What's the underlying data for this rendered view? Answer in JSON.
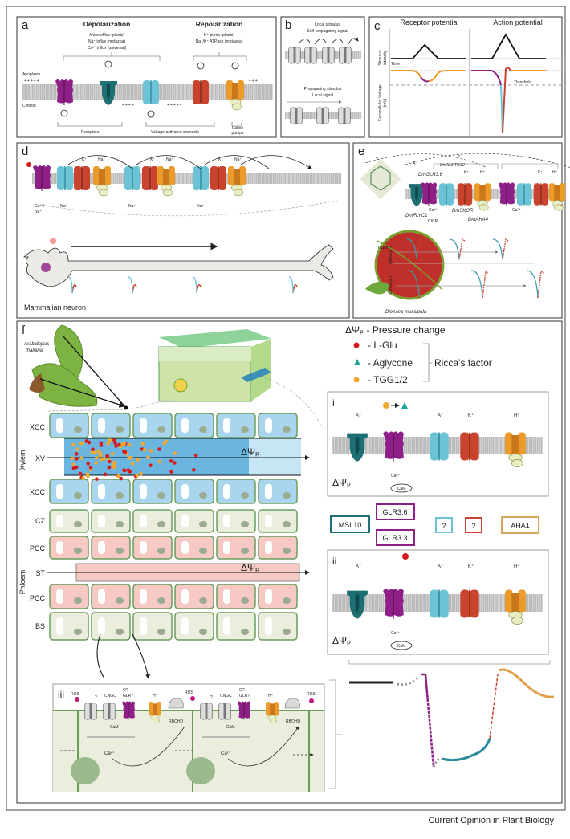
{
  "colors": {
    "receptor_glr": "#8e1f86",
    "msl": "#1d6f73",
    "anion_channel": "#6cc3d5",
    "k_channel": "#c8442e",
    "pump": "#ec9a2a",
    "atp": "#e9eec0",
    "xylem": "#a9d6ee",
    "phloem": "#f7c9c4",
    "cell": "#eceedd",
    "cell_wall": "#6a9d5c",
    "l_glu": "#d7191c",
    "tgg": "#f0a830",
    "aglycone": "#1aa39a"
  },
  "panel_a": {
    "label": "a",
    "depolarization": "Depolarization",
    "depol_lines": [
      "Anion efflux (plants)",
      "Na⁺ influx (metazoa)",
      "Ca²⁺ influx (universal)"
    ],
    "repolarization": "Repolarization",
    "repol_lines": [
      "H⁺ pump (plants)",
      "Na⁺/K⁺ ATPase (metazoa)"
    ],
    "apoplasm": "Apoplasm",
    "cytosol": "Cytosol",
    "receptors": "Receptors",
    "voltage_channels": "Voltage-activated channels",
    "cation_pumps": [
      "Cation",
      "pumps"
    ],
    "atp": "ATP"
  },
  "panel_b": {
    "label": "b",
    "top": [
      "Local stimulus",
      "Self-propagating signal"
    ],
    "bottom": [
      "Propagating stimulus",
      "Local signal"
    ]
  },
  "panel_c": {
    "label": "c",
    "receptor_potential": "Receptor potential",
    "action_potential": "Action potential",
    "stimulus_intensity": [
      "Stimulus",
      "intensity"
    ],
    "time": "Time",
    "extracellular_voltage": [
      "Extracellular Voltage",
      "(mV)"
    ],
    "threshold": "Threshold"
  },
  "panel_d": {
    "label": "d",
    "ions_top": [
      "K⁺",
      "Na⁺",
      "K⁺",
      "Na⁺",
      "K⁺",
      "Na⁺"
    ],
    "ions_bottom": [
      "Ca²⁺/",
      "Na⁺",
      "Na⁺",
      "Na⁺",
      "Na⁺"
    ],
    "neuron": "Mammalian neuron"
  },
  "panel_e": {
    "label": "e",
    "q1": "?",
    "q2": "?",
    "anion": "A⁻",
    "glr": "DmGLR3.6",
    "almt": "DmALMT9/12",
    "k": "K⁺",
    "h": "H⁺",
    "flyc": "DmFLYC1",
    "ca": "Ca²⁺",
    "cicr": "CICR",
    "skor": "DmSKOR",
    "aha": "DmAHA4",
    "touch": "Touch",
    "species": "Dionaea muscipula",
    "stimulus1": "Stimulus 1",
    "stimulus2": "Stimulus 2"
  },
  "panel_f": {
    "label": "f",
    "species": [
      "Arabidopsis",
      "thaliana"
    ],
    "legend": {
      "pressure": "ΔΨₚ - Pressure change",
      "lglu": "- L-Glu",
      "aglycone": "- Aglycone",
      "tgg": "- TGG1/2",
      "riccas": "Ricca’s factor"
    },
    "rows": [
      "XCC",
      "XV",
      "XCC",
      "CZ",
      "PCC",
      "ST",
      "PCC",
      "BS"
    ],
    "xylem": "Xylem",
    "phloem": "Phloem",
    "dpsi": "ΔΨₚ",
    "box_i": {
      "label": "i",
      "ions": [
        "A⁻",
        "A⁻",
        "K⁺",
        "H⁺"
      ],
      "ca": "Ca²⁺",
      "cam": "CaM",
      "dpsi": "ΔΨₚ"
    },
    "proteins": [
      "MSL10",
      "GLR3.6",
      "GLR3.3",
      "?",
      "?",
      "AHA1"
    ],
    "box_ii": {
      "label": "ii",
      "ions": [
        "A⁻",
        "A⁻",
        "K⁺",
        "H⁺"
      ],
      "ca": "Ca²⁺",
      "cam": "CaM",
      "dpsi": "ΔΨₚ"
    },
    "box_iii": {
      "label": "iii",
      "ros": "ROS",
      "q": "?",
      "cngc": "CNGC",
      "glr": "GLR?",
      "o": "O?",
      "h": "H⁺",
      "rbohd": "RBOHD",
      "cam": "CaM",
      "ca": "Ca²⁺"
    }
  },
  "footer": "Current Opinion in Plant Biology"
}
